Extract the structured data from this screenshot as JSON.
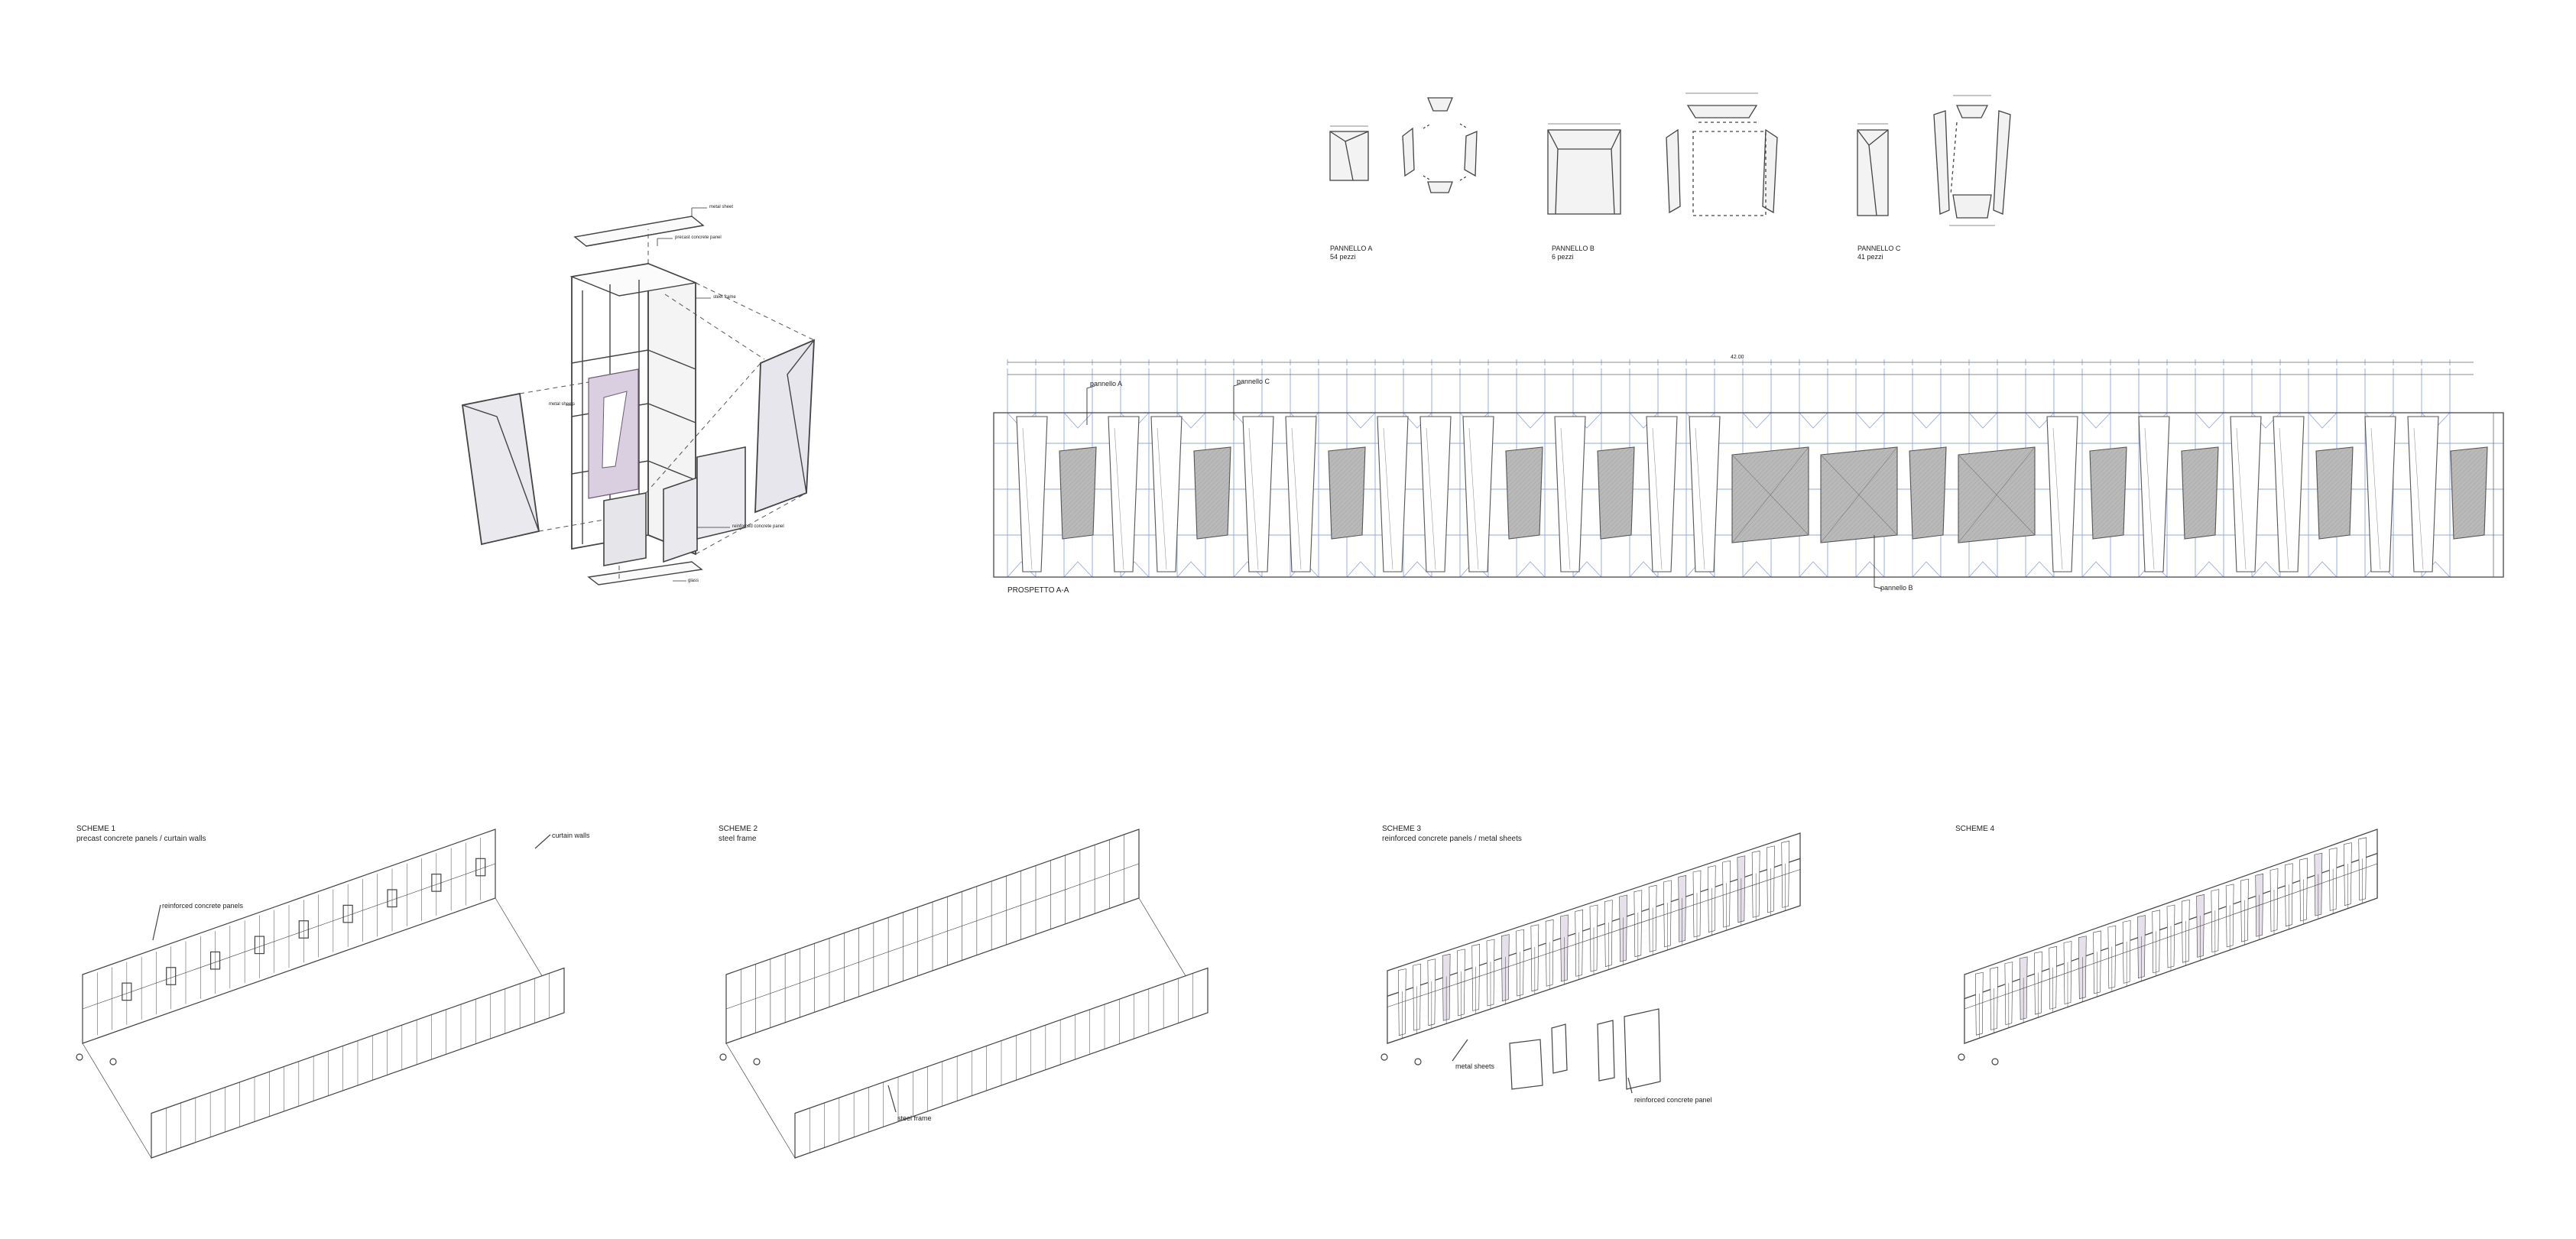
{
  "exploded_axonometric": {
    "callouts": [
      "metal sheet",
      "precast concrete panel",
      "steel frame",
      "metal sheets",
      "reinforced concrete panel",
      "glass"
    ]
  },
  "panel_details": {
    "panels": [
      {
        "title": "PANNELLO A",
        "count": "54 pezzi"
      },
      {
        "title": "PANNELLO B",
        "count": "6 pezzi"
      },
      {
        "title": "PANNELLO C",
        "count": "41 pezzi"
      }
    ]
  },
  "elevation": {
    "title": "PROSPETTO A-A",
    "overall_dimension": "42.00",
    "callouts": {
      "panel_a": "pannello A",
      "panel_c": "pannello C",
      "panel_b": "pannello B"
    }
  },
  "schemes": [
    {
      "title": "SCHEME 1",
      "subtitle": "precast concrete panels / curtain walls",
      "callouts": [
        "curtain walls",
        "reinforced concrete panels"
      ]
    },
    {
      "title": "SCHEME 2",
      "subtitle": "steel frame",
      "callouts": [
        "steel frame"
      ]
    },
    {
      "title": "SCHEME 3",
      "subtitle": "reinforced concrete panels / metal sheets",
      "callouts": [
        "metal sheets",
        "reinforced concrete panel"
      ]
    },
    {
      "title": "SCHEME 4",
      "subtitle": "",
      "callouts": []
    }
  ]
}
